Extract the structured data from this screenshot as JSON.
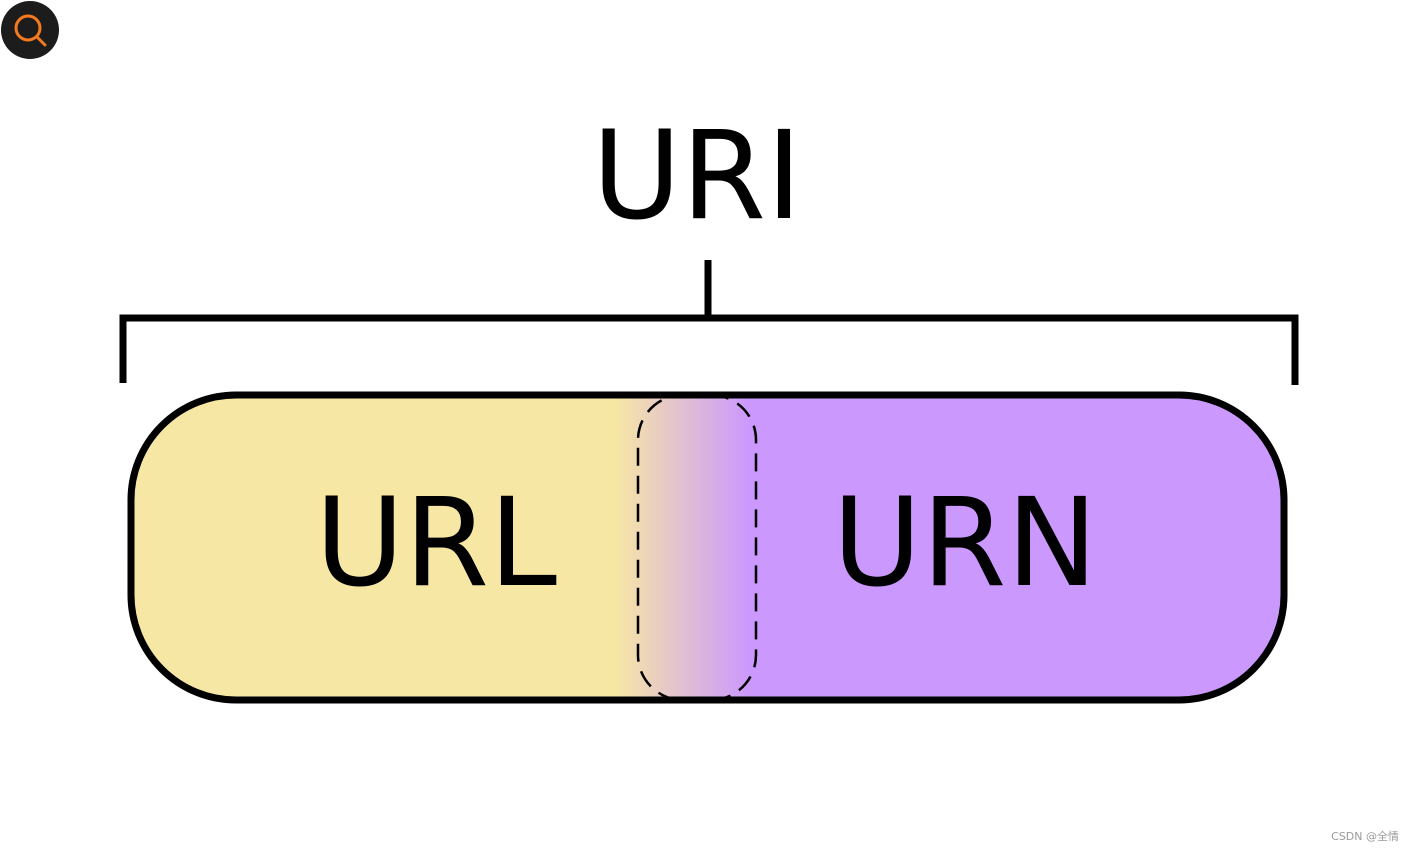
{
  "diagram": {
    "title": "URI",
    "left_label": "URL",
    "right_label": "URN",
    "colors": {
      "url": "#f7e7a4",
      "urn": "#cb98fe",
      "stroke": "#000000"
    }
  },
  "toolbar": {
    "search_icon": "search-icon"
  },
  "watermark": "CSDN @全情"
}
